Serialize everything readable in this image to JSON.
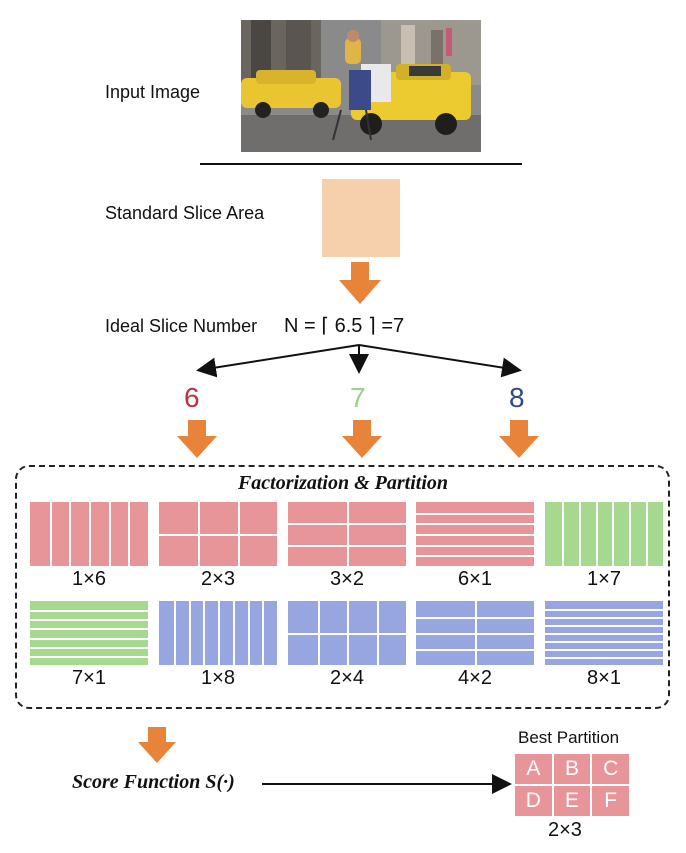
{
  "input_label": "Input Image",
  "standard_label": "Standard Slice Area",
  "ideal_label": "Ideal Slice Number",
  "formula": "N = ⌈ 6.5 ⌉ =7",
  "candidates": [
    {
      "value": "6",
      "color": "#c0323a"
    },
    {
      "value": "7",
      "color": "#9fd08a"
    },
    {
      "value": "8",
      "color": "#2e4a8c"
    }
  ],
  "box_title": "Factorization & Partition",
  "colors": {
    "red": "#e8959a",
    "green": "#a6d88f",
    "blue": "#97a6e0",
    "peach": "#f6cfad",
    "arrow": "#e8843a"
  },
  "partitions": [
    {
      "label": "1×6",
      "rows": 1,
      "cols": 6,
      "color": "red"
    },
    {
      "label": "2×3",
      "rows": 2,
      "cols": 3,
      "color": "red"
    },
    {
      "label": "3×2",
      "rows": 3,
      "cols": 2,
      "color": "red"
    },
    {
      "label": "6×1",
      "rows": 6,
      "cols": 1,
      "color": "red"
    },
    {
      "label": "1×7",
      "rows": 1,
      "cols": 7,
      "color": "green"
    },
    {
      "label": "7×1",
      "rows": 7,
      "cols": 1,
      "color": "green"
    },
    {
      "label": "1×8",
      "rows": 1,
      "cols": 8,
      "color": "blue"
    },
    {
      "label": "2×4",
      "rows": 2,
      "cols": 4,
      "color": "blue"
    },
    {
      "label": "4×2",
      "rows": 4,
      "cols": 2,
      "color": "blue"
    },
    {
      "label": "8×1",
      "rows": 8,
      "cols": 1,
      "color": "blue"
    }
  ],
  "score_label": "Score Function S(·)",
  "best_label": "Best Partition",
  "best_cells": [
    "A",
    "B",
    "C",
    "D",
    "E",
    "F"
  ],
  "best_dims": "2×3"
}
